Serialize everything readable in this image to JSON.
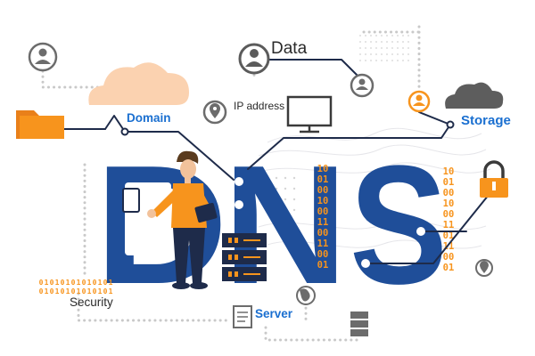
{
  "hero": {
    "word": "DNS",
    "letters": [
      "D",
      "N",
      "S"
    ]
  },
  "labels": {
    "domain": "Domain",
    "data": "Data",
    "ip_address": "IP address",
    "storage": "Storage",
    "security": "Security",
    "server": "Server"
  },
  "binary": {
    "n_column": [
      "10",
      "01",
      "00",
      "10",
      "00",
      "11",
      "00",
      "11",
      "00",
      "01"
    ],
    "right_column": [
      "10",
      "01",
      "00",
      "10",
      "00",
      "11",
      "01",
      "11",
      "00",
      "01"
    ],
    "security_row": [
      "0",
      "1",
      "0",
      "1",
      "0",
      "1",
      "0",
      "1",
      "0",
      "1",
      "0",
      "1",
      "0",
      "1"
    ]
  },
  "icons": [
    "user-icon",
    "cloud-icon",
    "folder-icon",
    "location-pin-icon",
    "monitor-icon",
    "user-icon",
    "cloud-icon",
    "padlock-icon",
    "server-rack-icon",
    "globe-icon",
    "document-icon",
    "server-icon",
    "person-illustration",
    "tablet-icon"
  ],
  "colors": {
    "brand_blue": "#1f4e99",
    "label_blue": "#1a6fd0",
    "accent_orange": "#f7941d",
    "peach": "#fbd2b0",
    "line_dark": "#1e2b4a",
    "dot_grey": "#c9c9c9",
    "icon_grey": "#6c6c6c"
  }
}
